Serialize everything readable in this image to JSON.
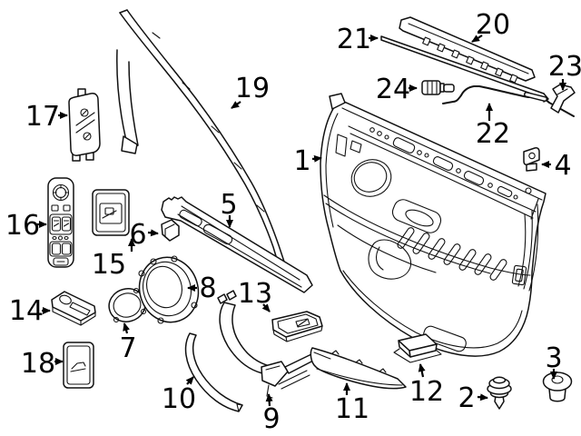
{
  "diagram": {
    "kind": "exploded-parts-line-diagram",
    "background_color": "#ffffff",
    "line_color": "#111111",
    "callout_count": 24,
    "callouts": [
      {
        "label": "1"
      },
      {
        "label": "2"
      },
      {
        "label": "3"
      },
      {
        "label": "4"
      },
      {
        "label": "5"
      },
      {
        "label": "6"
      },
      {
        "label": "7"
      },
      {
        "label": "8"
      },
      {
        "label": "9"
      },
      {
        "label": "10"
      },
      {
        "label": "11"
      },
      {
        "label": "12"
      },
      {
        "label": "13"
      },
      {
        "label": "14"
      },
      {
        "label": "15"
      },
      {
        "label": "16"
      },
      {
        "label": "17"
      },
      {
        "label": "18"
      },
      {
        "label": "19"
      },
      {
        "label": "20"
      },
      {
        "label": "21"
      },
      {
        "label": "22"
      },
      {
        "label": "23"
      },
      {
        "label": "24"
      }
    ]
  }
}
